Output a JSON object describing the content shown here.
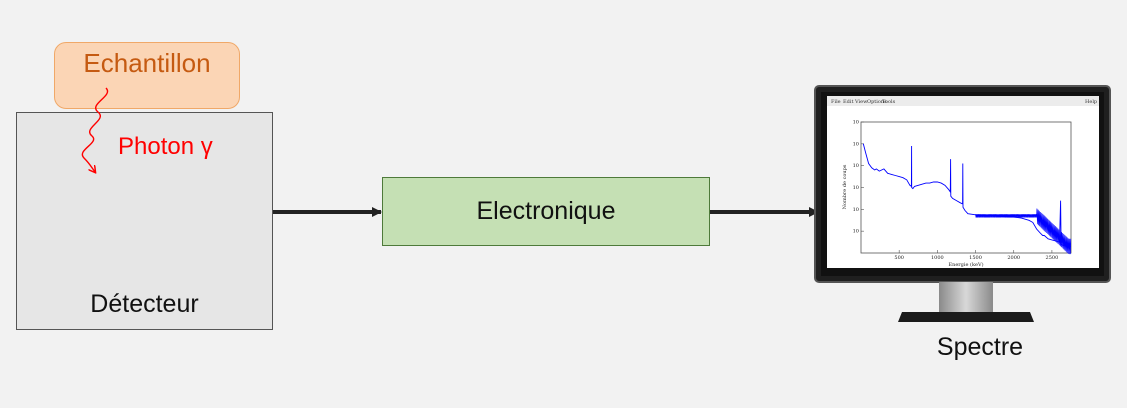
{
  "diagram": {
    "detector_label": "Détecteur",
    "sample_label": "Echantillon",
    "photon_label": "Photon γ",
    "electronics_label": "Electronique",
    "spectrum_label": "Spectre"
  },
  "monitor_window": {
    "menu_items": [
      "File",
      "Edit",
      "View",
      "Options",
      "Tools"
    ],
    "corner_label": "Help"
  },
  "chart_data": {
    "type": "line",
    "xlabel": "Energie (keV)",
    "ylabel": "Nombre de coups",
    "x_ticks": [
      "500",
      "1000",
      "1500",
      "2000",
      "2500"
    ],
    "y_ticks": [
      "10",
      "10",
      "10",
      "10",
      "10",
      "10"
    ],
    "xlim": [
      0,
      2750
    ],
    "ylim_log10": [
      0,
      6
    ],
    "log_y": true,
    "color": "#0000ff",
    "series": [
      {
        "x": [
          30,
          60,
          100,
          140,
          180,
          200,
          240,
          300,
          350,
          400,
          450,
          500,
          550,
          600,
          640,
          660,
          662,
          664,
          680,
          700,
          750,
          800,
          850,
          900,
          950,
          1000,
          1050,
          1100,
          1150,
          1170,
          1173,
          1176,
          1200,
          1250,
          1300,
          1330,
          1333,
          1336,
          1360,
          1400,
          1500,
          1600,
          1700,
          1800,
          1900,
          2000,
          2100,
          2200,
          2250,
          2300,
          2350,
          2380,
          2400,
          2450,
          2500,
          2550,
          2600,
          2614,
          2620,
          2650,
          2700,
          2750
        ],
        "y": [
          5.0,
          4.6,
          4.1,
          3.9,
          3.8,
          3.85,
          3.75,
          3.85,
          3.65,
          3.6,
          3.55,
          3.5,
          3.45,
          3.35,
          3.1,
          3.05,
          4.9,
          3.0,
          2.95,
          3.05,
          3.1,
          3.15,
          3.2,
          3.2,
          3.25,
          3.25,
          3.2,
          3.1,
          2.9,
          2.8,
          4.3,
          2.6,
          2.5,
          2.4,
          2.3,
          2.25,
          4.1,
          2.1,
          1.95,
          1.8,
          1.75,
          1.72,
          1.7,
          1.68,
          1.66,
          1.65,
          1.6,
          1.5,
          1.4,
          1.1,
          0.9,
          0.8,
          0.8,
          0.65,
          0.6,
          0.55,
          0.5,
          2.4,
          0.4,
          0.35,
          0.3,
          0.3
        ]
      }
    ]
  }
}
